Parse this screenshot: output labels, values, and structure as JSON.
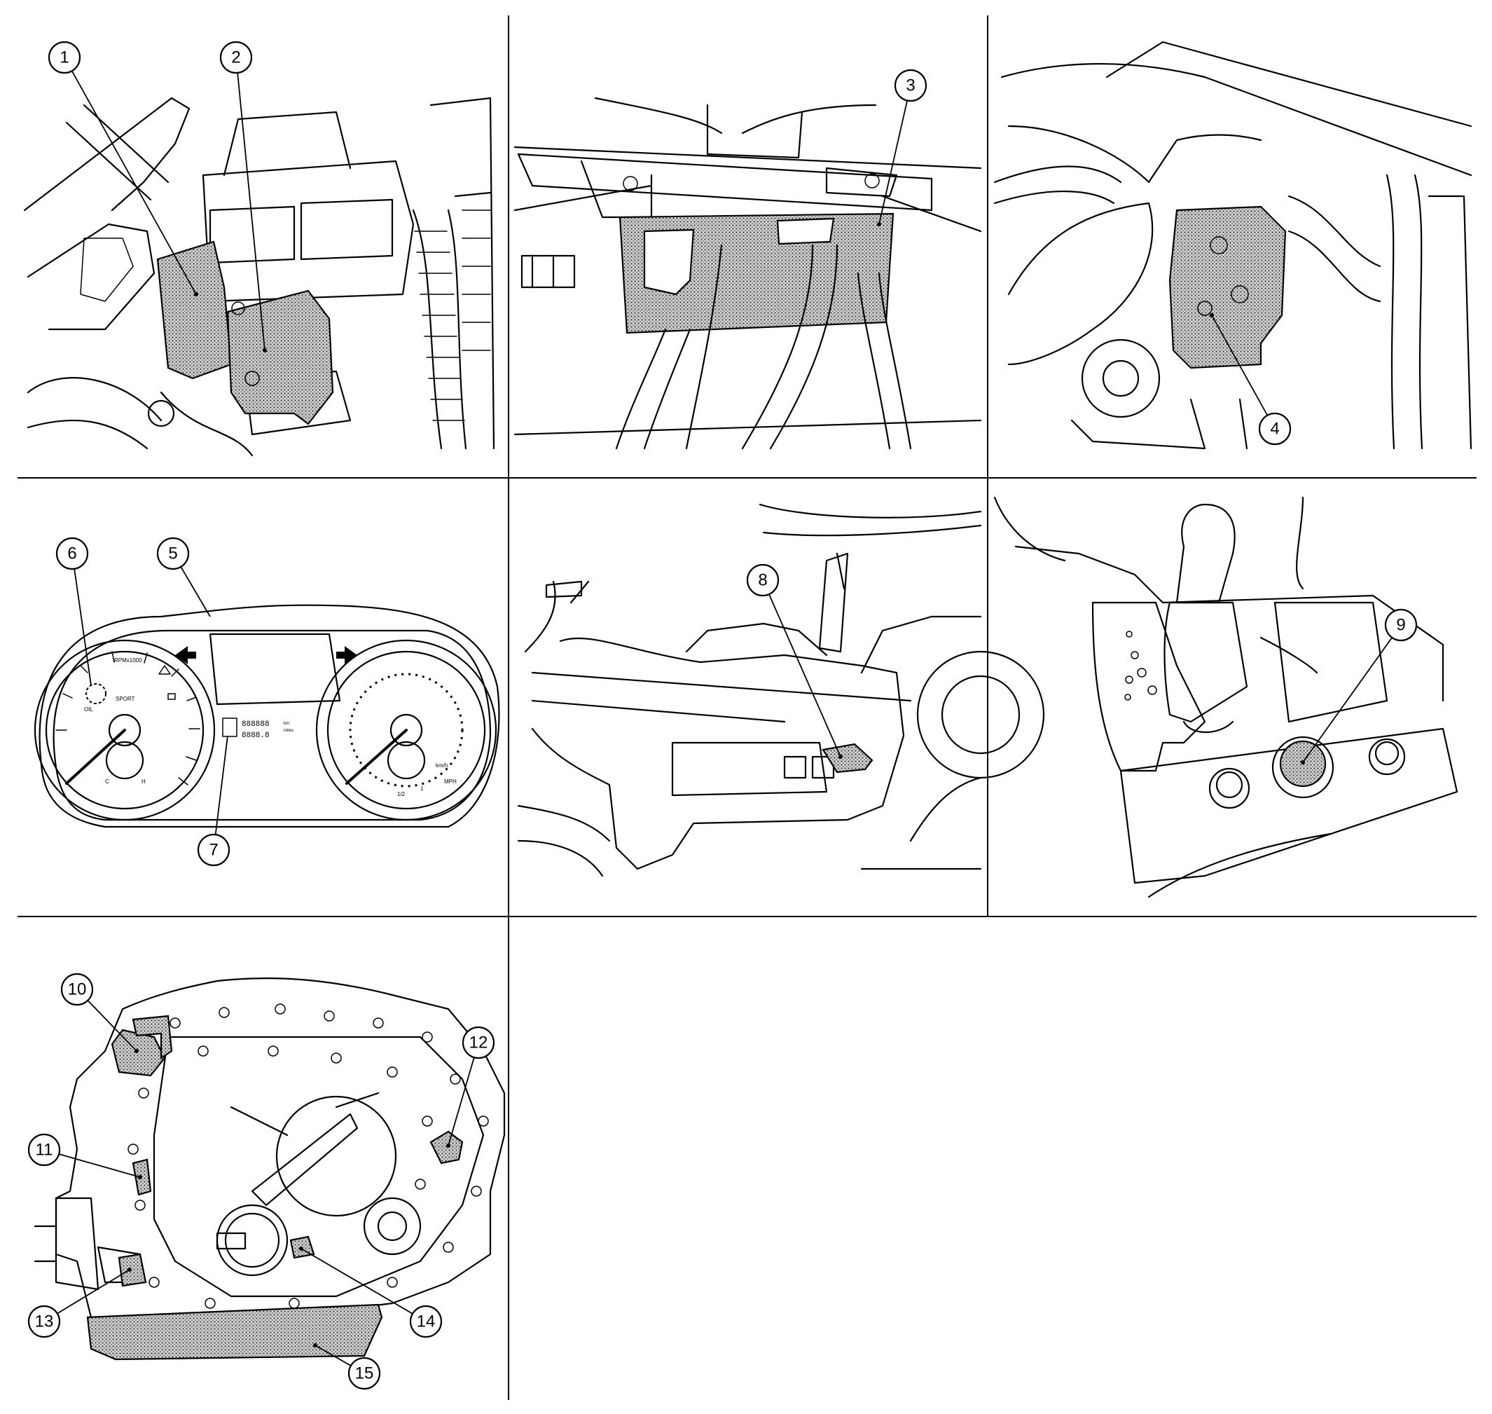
{
  "figure": {
    "callouts": [
      "1",
      "2",
      "3",
      "4",
      "5",
      "6",
      "7",
      "8",
      "9",
      "10",
      "11",
      "12",
      "13",
      "14",
      "15"
    ],
    "cluster_labels": {
      "tach_scale": "RPMx1000",
      "sport": "SPORT",
      "odo_top": "888888",
      "odo_bottom": "8888.8",
      "odo_unit_top": "km",
      "odo_unit_bottom": "miles",
      "speed_unit_kmh": "km/h",
      "speed_unit_mph": "MPH",
      "fuel_half": "1/2",
      "fuel_full": "1",
      "temp_cold": "C",
      "temp_hot": "H",
      "oil": "OIL"
    }
  }
}
